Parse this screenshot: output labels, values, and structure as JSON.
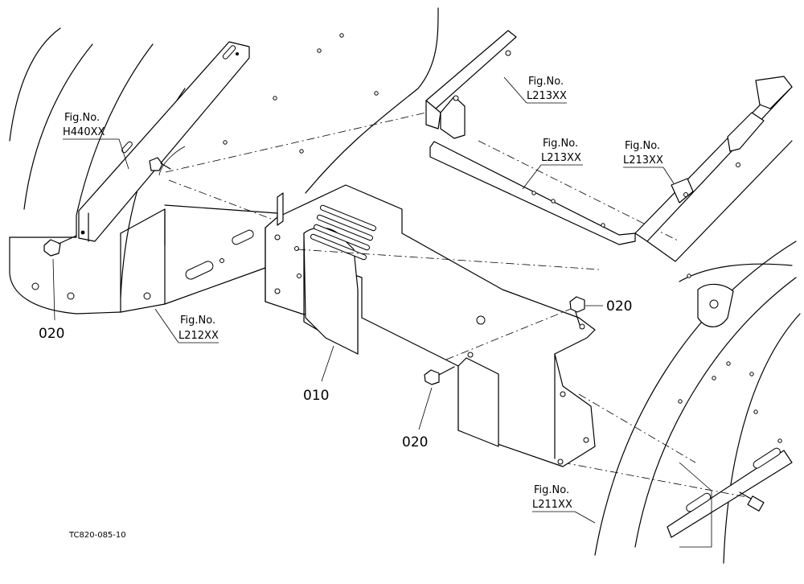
{
  "refs": [
    {
      "fig": "Fig.No.",
      "code": "H440XX"
    },
    {
      "fig": "Fig.No.",
      "code": "L212XX"
    },
    {
      "fig": "Fig.No.",
      "code": "L213XX"
    },
    {
      "fig": "Fig.No.",
      "code": "L213XX"
    },
    {
      "fig": "Fig.No.",
      "code": "L213XX"
    },
    {
      "fig": "Fig.No.",
      "code": "L211XX"
    }
  ],
  "parts": [
    "020",
    "010",
    "020",
    "020"
  ],
  "drawing_code": "TC820-085-10"
}
